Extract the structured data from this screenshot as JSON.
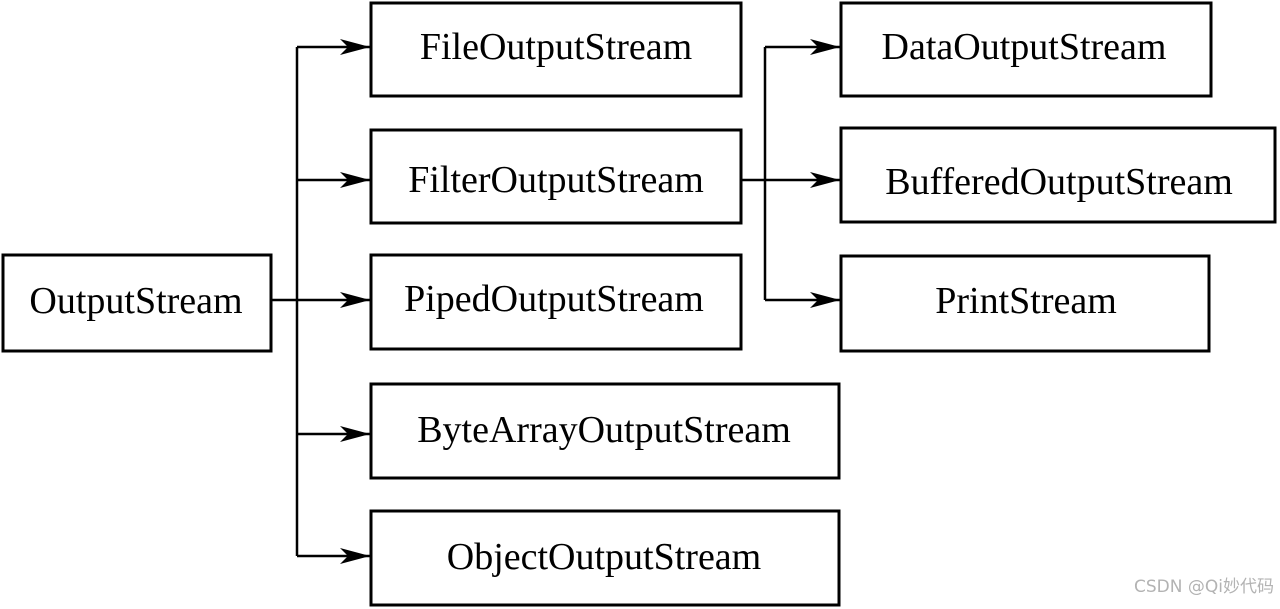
{
  "nodes": {
    "root": "OutputStream",
    "file": "FileOutputStream",
    "filter": "FilterOutputStream",
    "piped": "PipedOutputStream",
    "bytearray": "ByteArrayOutputStream",
    "object": "ObjectOutputStream",
    "data": "DataOutputStream",
    "buffered": "BufferedOutputStream",
    "print": "PrintStream"
  },
  "edges": [
    {
      "from": "OutputStream",
      "to": "FileOutputStream"
    },
    {
      "from": "OutputStream",
      "to": "FilterOutputStream"
    },
    {
      "from": "OutputStream",
      "to": "PipedOutputStream"
    },
    {
      "from": "OutputStream",
      "to": "ByteArrayOutputStream"
    },
    {
      "from": "OutputStream",
      "to": "ObjectOutputStream"
    },
    {
      "from": "FilterOutputStream",
      "to": "DataOutputStream"
    },
    {
      "from": "FilterOutputStream",
      "to": "BufferedOutputStream"
    },
    {
      "from": "FilterOutputStream",
      "to": "PrintStream"
    }
  ],
  "watermark": "CSDN @Qi妙代码",
  "colors": {
    "stroke": "#000000",
    "background": "#ffffff",
    "watermark": "#b3b3b3"
  }
}
